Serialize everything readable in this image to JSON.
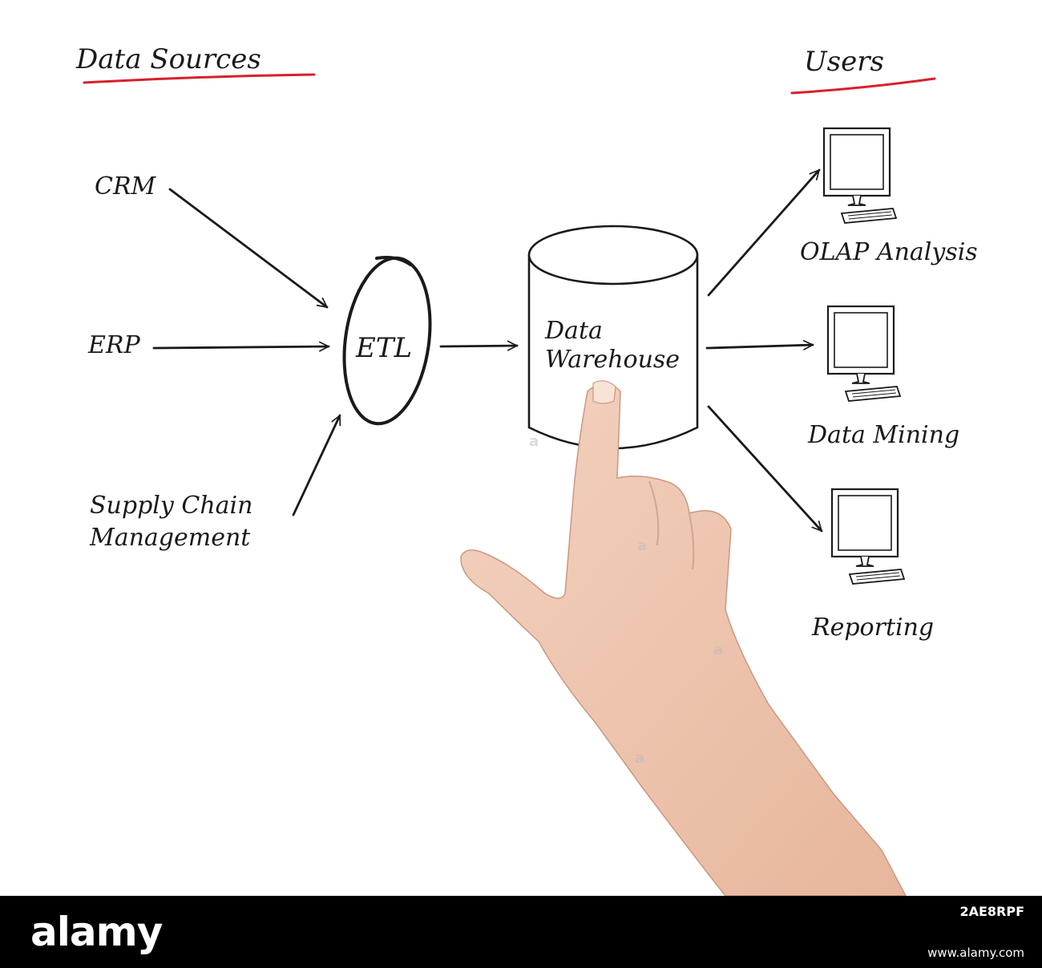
{
  "headings": {
    "sources": "Data Sources",
    "users": "Users"
  },
  "sources": [
    {
      "label": "CRM"
    },
    {
      "label": "ERP"
    },
    {
      "label_line1": "Supply Chain",
      "label_line2": "Management"
    }
  ],
  "etl": {
    "label": "ETL"
  },
  "warehouse": {
    "label_line1": "Data",
    "label_line2": "Warehouse"
  },
  "user_tools": [
    {
      "label": "OLAP Analysis"
    },
    {
      "label": "Data Mining"
    },
    {
      "label": "Reporting"
    }
  ],
  "footer": {
    "logo": "alamy",
    "image_id": "2AE8RPF",
    "url": "www.alamy.com"
  },
  "colors": {
    "underline": "#d8202a",
    "ink": "#1a1a1a",
    "skin": "#efc7b2",
    "footer_bg": "#000000"
  }
}
